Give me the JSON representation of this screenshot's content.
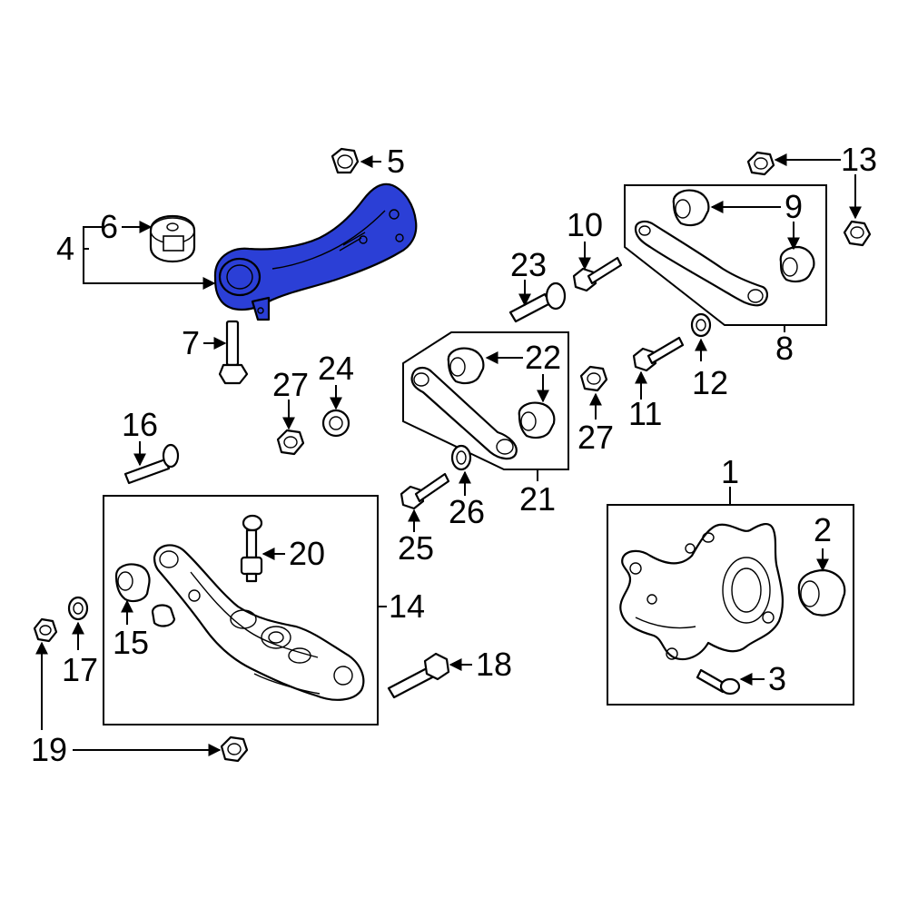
{
  "diagram": {
    "highlighted_part": "4",
    "highlight_color": "#2b3fd6",
    "callouts": {
      "c1": "1",
      "c2": "2",
      "c3": "3",
      "c4": "4",
      "c5": "5",
      "c6": "6",
      "c7": "7",
      "c8": "8",
      "c9": "9",
      "c10": "10",
      "c11": "11",
      "c12": "12",
      "c13": "13",
      "c14": "14",
      "c15": "15",
      "c16": "16",
      "c17": "17",
      "c18": "18",
      "c19": "19",
      "c20": "20",
      "c21": "21",
      "c22": "22",
      "c23": "23",
      "c24": "24",
      "c25": "25",
      "c26": "26",
      "c27a": "27",
      "c27b": "27"
    }
  }
}
